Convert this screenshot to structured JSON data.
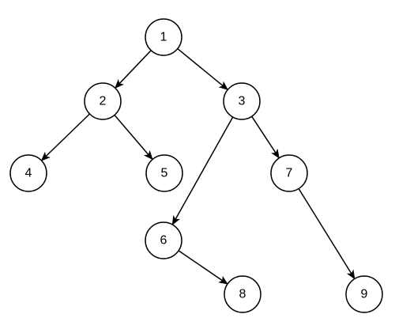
{
  "tree": {
    "nodes": [
      {
        "id": "1",
        "label": "1"
      },
      {
        "id": "2",
        "label": "2"
      },
      {
        "id": "3",
        "label": "3"
      },
      {
        "id": "4",
        "label": "4"
      },
      {
        "id": "5",
        "label": "5"
      },
      {
        "id": "6",
        "label": "6"
      },
      {
        "id": "7",
        "label": "7"
      },
      {
        "id": "8",
        "label": "8"
      },
      {
        "id": "9",
        "label": "9"
      }
    ],
    "edges": [
      {
        "from": "1",
        "to": "2"
      },
      {
        "from": "1",
        "to": "3"
      },
      {
        "from": "2",
        "to": "4"
      },
      {
        "from": "2",
        "to": "5"
      },
      {
        "from": "3",
        "to": "6"
      },
      {
        "from": "3",
        "to": "7"
      },
      {
        "from": "6",
        "to": "8"
      },
      {
        "from": "7",
        "to": "9"
      }
    ]
  }
}
